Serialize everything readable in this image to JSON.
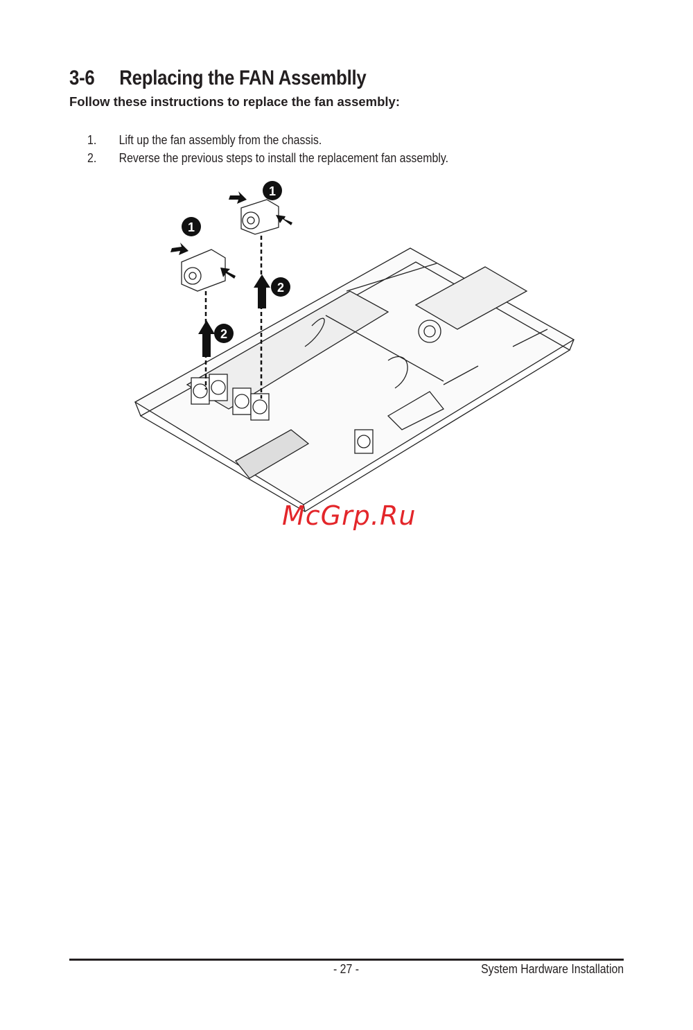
{
  "header": {
    "section_number": "3-6",
    "title": "Replacing the FAN Assemblly",
    "subtitle": "Follow these instructions to replace the fan assembly:"
  },
  "steps": [
    {
      "number": "1.",
      "text": "Lift up the fan assembly from the chassis."
    },
    {
      "number": "2.",
      "text": "Reverse the previous steps to install the replacement fan assembly."
    }
  ],
  "figure": {
    "callouts": [
      "1",
      "1",
      "2",
      "2"
    ]
  },
  "watermark": "McGrp.Ru",
  "footer": {
    "page_number": "- 27 -",
    "section_name": "System Hardware Installation"
  }
}
